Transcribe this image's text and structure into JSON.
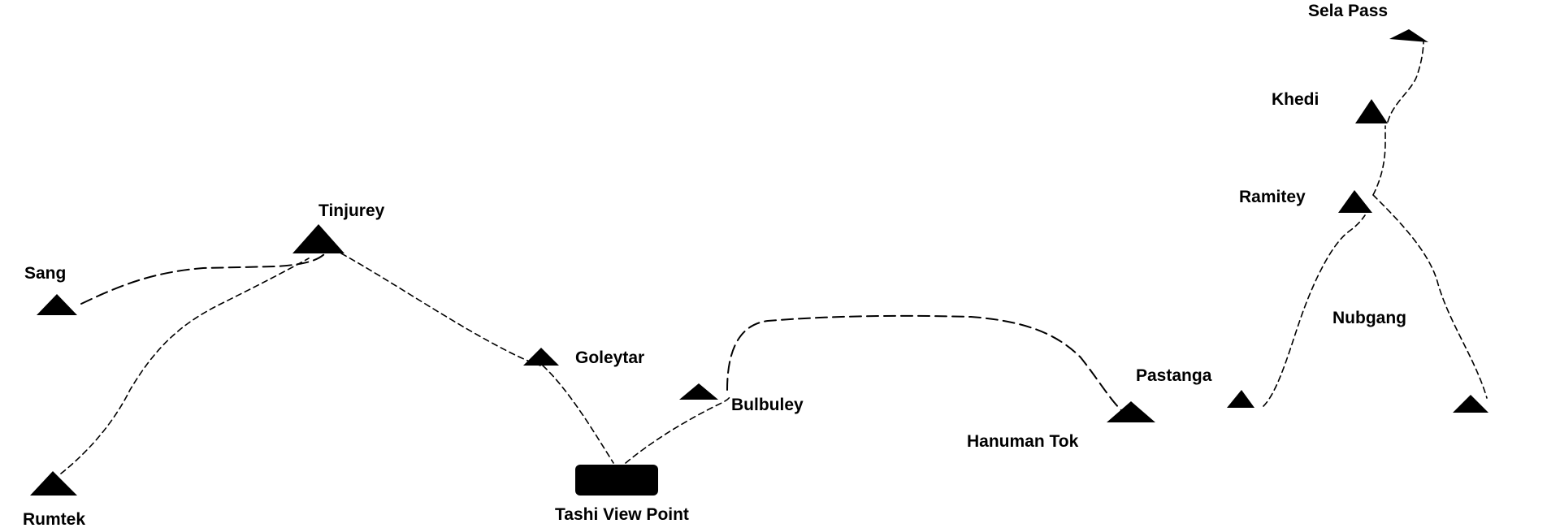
{
  "map": {
    "ink_color": "#000000",
    "background_color": "#ffffff",
    "places": {
      "sela_pass": "Sela Pass",
      "khedi": "Khedi",
      "ramitey": "Ramitey",
      "nubgang": "Nubgang",
      "tinjurey": "Tinjurey",
      "sang": "Sang",
      "goleytar": "Goleytar",
      "bulbuley": "Bulbuley",
      "pastanga": "Pastanga",
      "hanuman_tok": "Hanuman Tok",
      "tashi_view_point": "Tashi View Point",
      "rumtek": "Rumtek"
    },
    "markers": {
      "peak": "peak-triangle-icon",
      "viewpoint": "viewpoint-rectangle-icon"
    }
  }
}
